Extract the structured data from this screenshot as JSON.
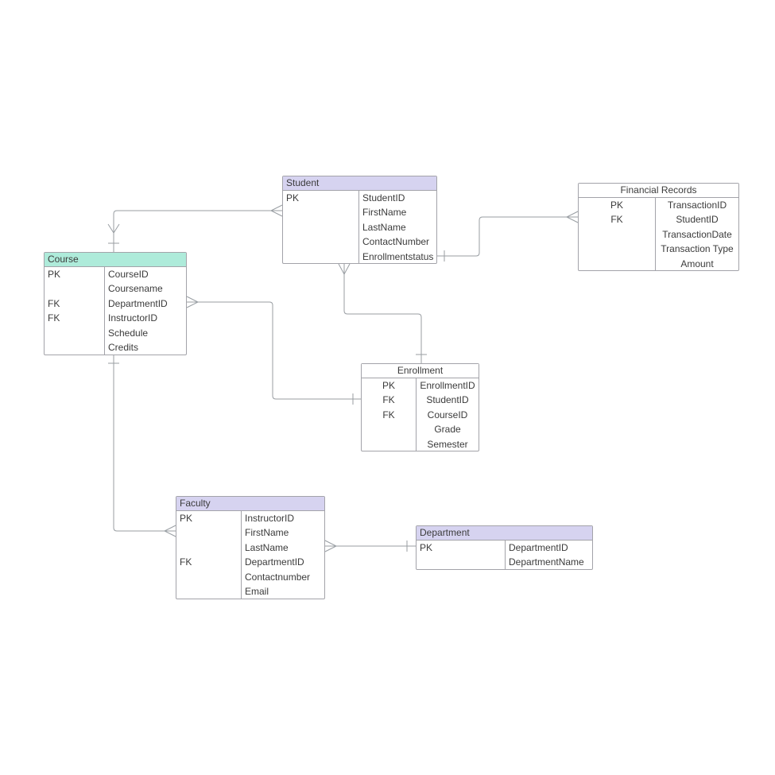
{
  "diagram": {
    "type": "entity-relationship",
    "background": "#ffffff",
    "colors": {
      "header_lavender": "#d6d3f0",
      "header_teal": "#aeebda",
      "header_white": "#ffffff",
      "box_border": "#a3a3a9",
      "line": "#989da2",
      "text": "#3b3b3b"
    }
  },
  "entities": [
    {
      "name": "Student",
      "header_color": "#d6d3f0",
      "rows": [
        {
          "key": "PK",
          "field": "StudentID"
        },
        {
          "key": "",
          "field": "FirstName"
        },
        {
          "key": "",
          "field": "LastName"
        },
        {
          "key": "",
          "field": "ContactNumber"
        },
        {
          "key": "",
          "field": "Enrollmentstatus"
        }
      ]
    },
    {
      "name": "Financial Records",
      "header_color": "#ffffff",
      "rows": [
        {
          "key": "PK",
          "field": "TransactionID"
        },
        {
          "key": "FK",
          "field": "StudentID"
        },
        {
          "key": "",
          "field": "TransactionDate"
        },
        {
          "key": "",
          "field": "Transaction Type"
        },
        {
          "key": "",
          "field": "Amount"
        }
      ]
    },
    {
      "name": "Course",
      "header_color": "#aeebda",
      "rows": [
        {
          "key": "PK",
          "field": "CourseID"
        },
        {
          "key": "",
          "field": "Coursename"
        },
        {
          "key": "FK",
          "field": "DepartmentID"
        },
        {
          "key": "FK",
          "field": "InstructorID"
        },
        {
          "key": "",
          "field": "Schedule"
        },
        {
          "key": "",
          "field": "Credits"
        }
      ]
    },
    {
      "name": "Enrollment",
      "header_color": "#ffffff",
      "rows": [
        {
          "key": "PK",
          "field": "EnrollmentID"
        },
        {
          "key": "FK",
          "field": "StudentID"
        },
        {
          "key": "FK",
          "field": "CourseID"
        },
        {
          "key": "",
          "field": "Grade"
        },
        {
          "key": "",
          "field": "Semester"
        }
      ]
    },
    {
      "name": "Faculty",
      "header_color": "#d6d3f0",
      "rows": [
        {
          "key": "PK",
          "field": "InstructorID"
        },
        {
          "key": "",
          "field": "FirstName"
        },
        {
          "key": "",
          "field": "LastName"
        },
        {
          "key": "FK",
          "field": "DepartmentID"
        },
        {
          "key": "",
          "field": "Contactnumber"
        },
        {
          "key": "",
          "field": "Email"
        }
      ]
    },
    {
      "name": "Department",
      "header_color": "#d6d3f0",
      "rows": [
        {
          "key": "PK",
          "field": "DepartmentID"
        },
        {
          "key": "",
          "field": "DepartmentName"
        }
      ]
    }
  ],
  "relationships": [
    {
      "from": "Student",
      "to": "Course",
      "from_marker": "crow-foot",
      "to_marker": "chevron-and-tick"
    },
    {
      "from": "Student",
      "to": "Enrollment",
      "from_marker": "crow-foot",
      "to_marker": "tick"
    },
    {
      "from": "Student",
      "to": "Financial Records",
      "from_marker": "tick",
      "to_marker": "crow-foot"
    },
    {
      "from": "Course",
      "to": "Enrollment",
      "from_marker": "crow-foot",
      "to_marker": "tick"
    },
    {
      "from": "Course",
      "to": "Faculty",
      "from_marker": "tick",
      "to_marker": "crow-foot"
    },
    {
      "from": "Faculty",
      "to": "Department",
      "from_marker": "crow-foot",
      "to_marker": "tick"
    }
  ]
}
